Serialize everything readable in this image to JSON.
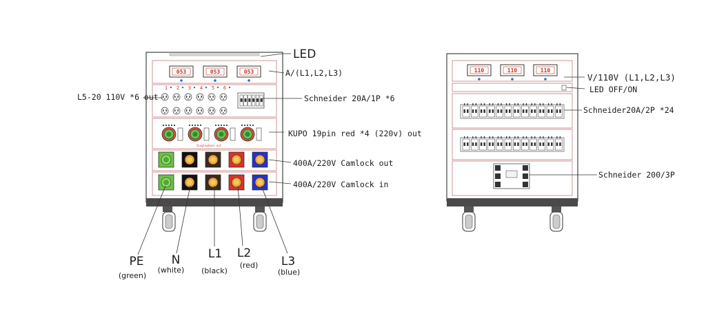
{
  "front": {
    "led": "LED",
    "ammeter": "A/(L1,L2,L3)",
    "ammeter_readings": [
      "053",
      "053",
      "053"
    ],
    "outlets": "L5-20 110V *6 out",
    "outlet_numbers": [
      "1",
      "2",
      "3",
      "4",
      "5",
      "6"
    ],
    "breakers": "Schneider 20A/1P *6",
    "kupo": "KUPO 19pin red *4 (220v) out",
    "kupo_panel_caption": "Singlephase out",
    "camlock_out": "400A/220V Camlock  out",
    "camlock_in": "400A/220V Camlock  in",
    "camlock_colors": {
      "pe": "#6cc04a",
      "n": "#111111",
      "l1": "#3a2a1e",
      "l2": "#d9332a",
      "l3": "#2433c8"
    },
    "phases": [
      {
        "name": "PE",
        "color": "(green)"
      },
      {
        "name": "N",
        "color": "(white)"
      },
      {
        "name": "L1",
        "color": "(black)"
      },
      {
        "name": "L2",
        "color": "(red)"
      },
      {
        "name": "L3",
        "color": "(blue)"
      }
    ]
  },
  "back": {
    "voltmeter": "V/110V (L1,L2,L3)",
    "voltmeter_readings": [
      "110",
      "110",
      "110"
    ],
    "led_switch": "LED OFF/ON",
    "breakers": "Schneider20A/2P  *24",
    "main_breaker": "Schneider 200/3P"
  }
}
